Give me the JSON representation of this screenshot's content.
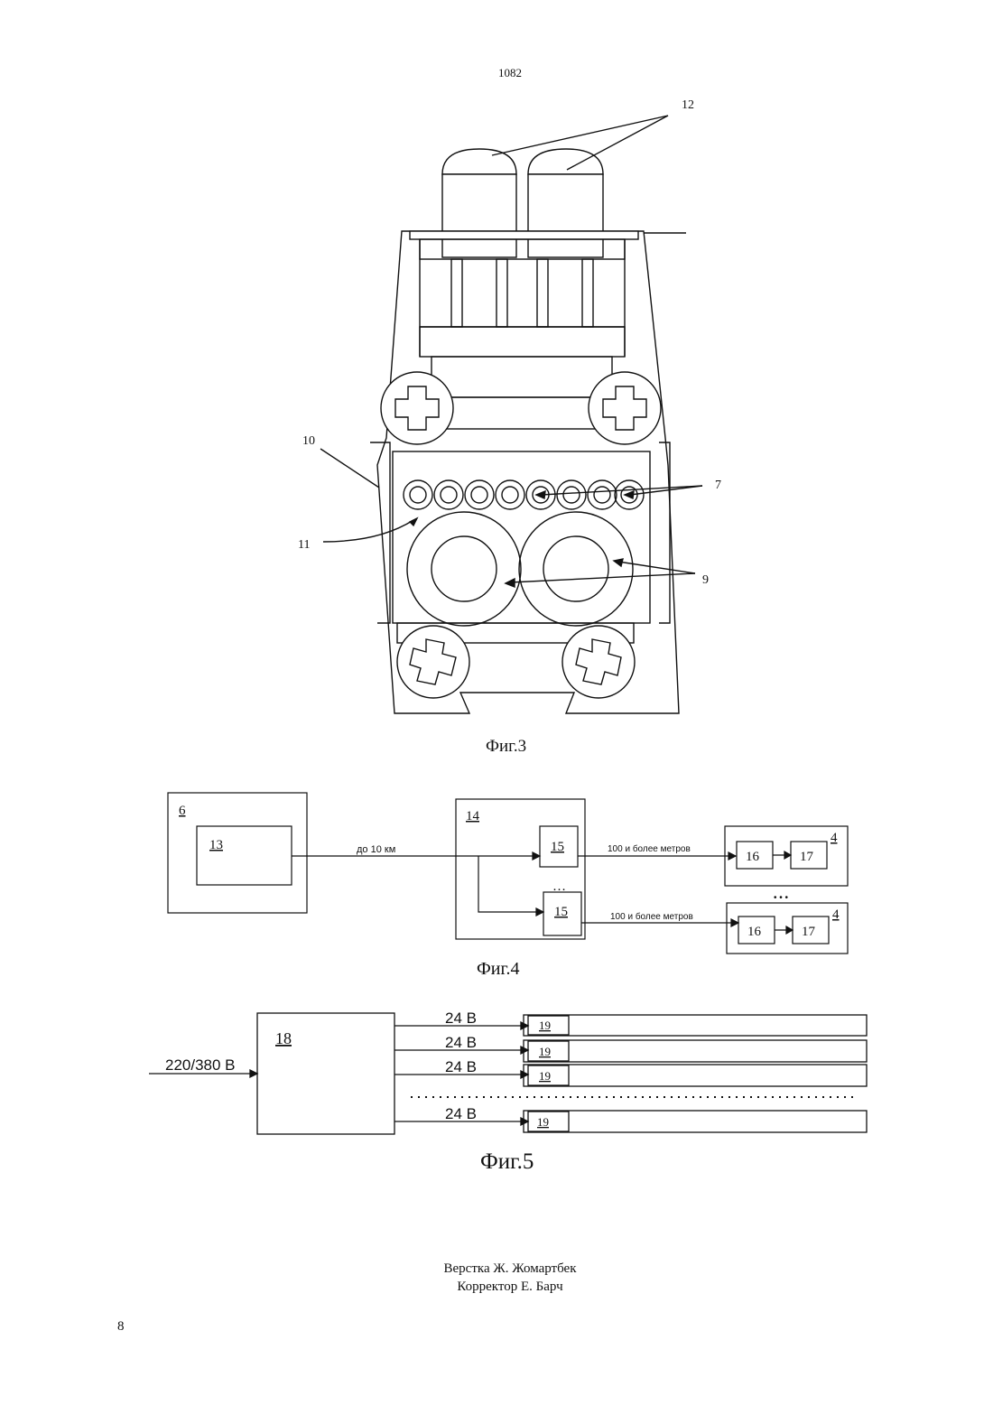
{
  "header": {
    "page_code": "1082"
  },
  "fig3": {
    "caption": "Фиг.3",
    "labels": {
      "l12": "12",
      "l10": "10",
      "l7": "7",
      "l11": "11",
      "l9": "9"
    }
  },
  "fig4": {
    "caption": "Фиг.4",
    "labels": {
      "b6": "6",
      "b13": "13",
      "b14": "14",
      "b15a": "15",
      "b15b": "15",
      "b4a": "4",
      "b4b": "4",
      "b16a": "16",
      "b16b": "16",
      "b17a": "17",
      "b17b": "17",
      "dist_main": "до 10 км",
      "dist_a": "100 и более метров",
      "dist_b": "100 и более метров",
      "dots_mid": "…",
      "dots_right": "• • •"
    }
  },
  "fig5": {
    "caption": "Фиг.5",
    "labels": {
      "b18": "18",
      "input": "220/380 В",
      "v1": "24 В",
      "v2": "24 В",
      "v3": "24 В",
      "v4": "24 В",
      "r1": "19",
      "r2": "19",
      "r3": "19",
      "r4": "19"
    }
  },
  "footer": {
    "credit_layout": "Верстка Ж. Жомартбек",
    "credit_corrector": "Корректор Е. Барч",
    "page_number": "8"
  }
}
